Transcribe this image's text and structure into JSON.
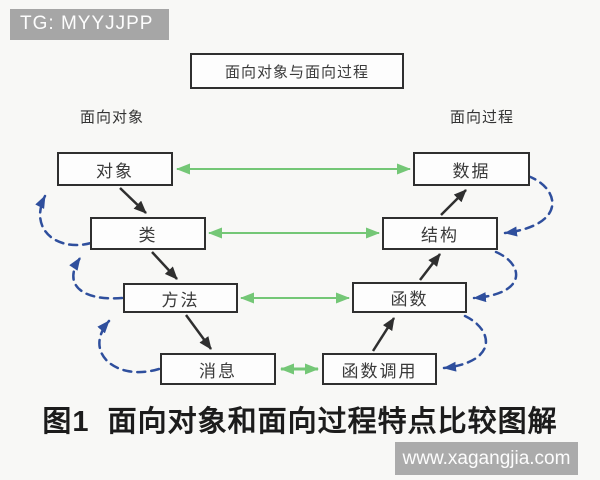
{
  "badge": {
    "text": "TG: MYYJJPP"
  },
  "title_box": {
    "text": "面向对象与面向过程"
  },
  "columns": {
    "left_label": "面向对象",
    "right_label": "面向过程"
  },
  "nodes": {
    "left": [
      {
        "label": "对象"
      },
      {
        "label": "类"
      },
      {
        "label": "方法"
      },
      {
        "label": "消息"
      }
    ],
    "right": [
      {
        "label": "数据"
      },
      {
        "label": "结构"
      },
      {
        "label": "函数"
      },
      {
        "label": "函数调用"
      }
    ]
  },
  "edges": {
    "horizontal_pairs": [
      [
        "对象",
        "数据"
      ],
      [
        "类",
        "结构"
      ],
      [
        "方法",
        "函数"
      ],
      [
        "消息",
        "函数调用"
      ]
    ],
    "left_solid_flow": [
      "对象",
      "类",
      "方法",
      "消息"
    ],
    "right_solid_flow": [
      "函数调用",
      "函数",
      "结构",
      "数据"
    ],
    "left_dashed_feedback": [
      [
        "类",
        "对象"
      ],
      [
        "方法",
        "类"
      ],
      [
        "消息",
        "方法"
      ]
    ],
    "right_dashed_feedback": [
      [
        "数据",
        "结构"
      ],
      [
        "结构",
        "函数"
      ],
      [
        "函数",
        "函数调用"
      ]
    ]
  },
  "caption": {
    "text": "图1  面向对象和面向过程特点比较图解"
  },
  "watermark": {
    "text": "www.xagangjia.com"
  },
  "colors": {
    "green_arrow": "#74c776",
    "blue_arrow": "#2f4f9d",
    "black_line": "#2f2f2f",
    "badge_bg": "#a6a6a6",
    "watermark_bg": "#ababab",
    "page_bg": "#f8f8f6"
  }
}
